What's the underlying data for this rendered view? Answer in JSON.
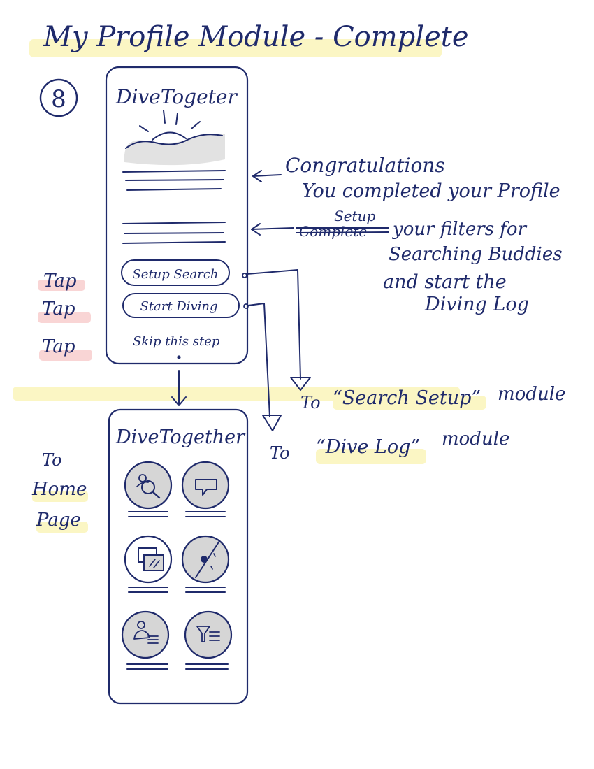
{
  "title": "My Profile Module - Complete",
  "step_number": "8",
  "screen1": {
    "app_name": "DiveTogeter",
    "buttons": [
      "Setup Search",
      "Start Diving"
    ],
    "skip_label": "Skip this step"
  },
  "annotations": {
    "congrats_line1": "Congratulations",
    "congrats_line2": "You completed your Profile",
    "filters_strike": "Complete",
    "filters_insert": "Setup",
    "filters_line1": "your filters for",
    "filters_line2": "Searching Buddies",
    "filters_line3": "and start the",
    "filters_line4": "Diving Log"
  },
  "tap_labels": [
    "Tap",
    "Tap",
    "Tap"
  ],
  "destinations": {
    "search_prefix": "To",
    "search_name": "“Search Setup”",
    "search_suffix": "module",
    "divelog_prefix": "To",
    "divelog_name": "“Dive Log”",
    "divelog_suffix": "module"
  },
  "home_label": [
    "To",
    "Home",
    "Page"
  ],
  "screen2": {
    "app_name": "DiveTogether",
    "icons": [
      "search-buddy-icon",
      "chat-bubble-icon",
      "photo-gallery-icon",
      "dive-map-icon",
      "profile-list-icon",
      "filter-list-icon"
    ]
  },
  "colors": {
    "ink": "#1f2a6b",
    "highlight_yellow": "#fbf6c4",
    "highlight_pink": "#f9d5d5",
    "icon_fill": "#d6d6d6"
  }
}
